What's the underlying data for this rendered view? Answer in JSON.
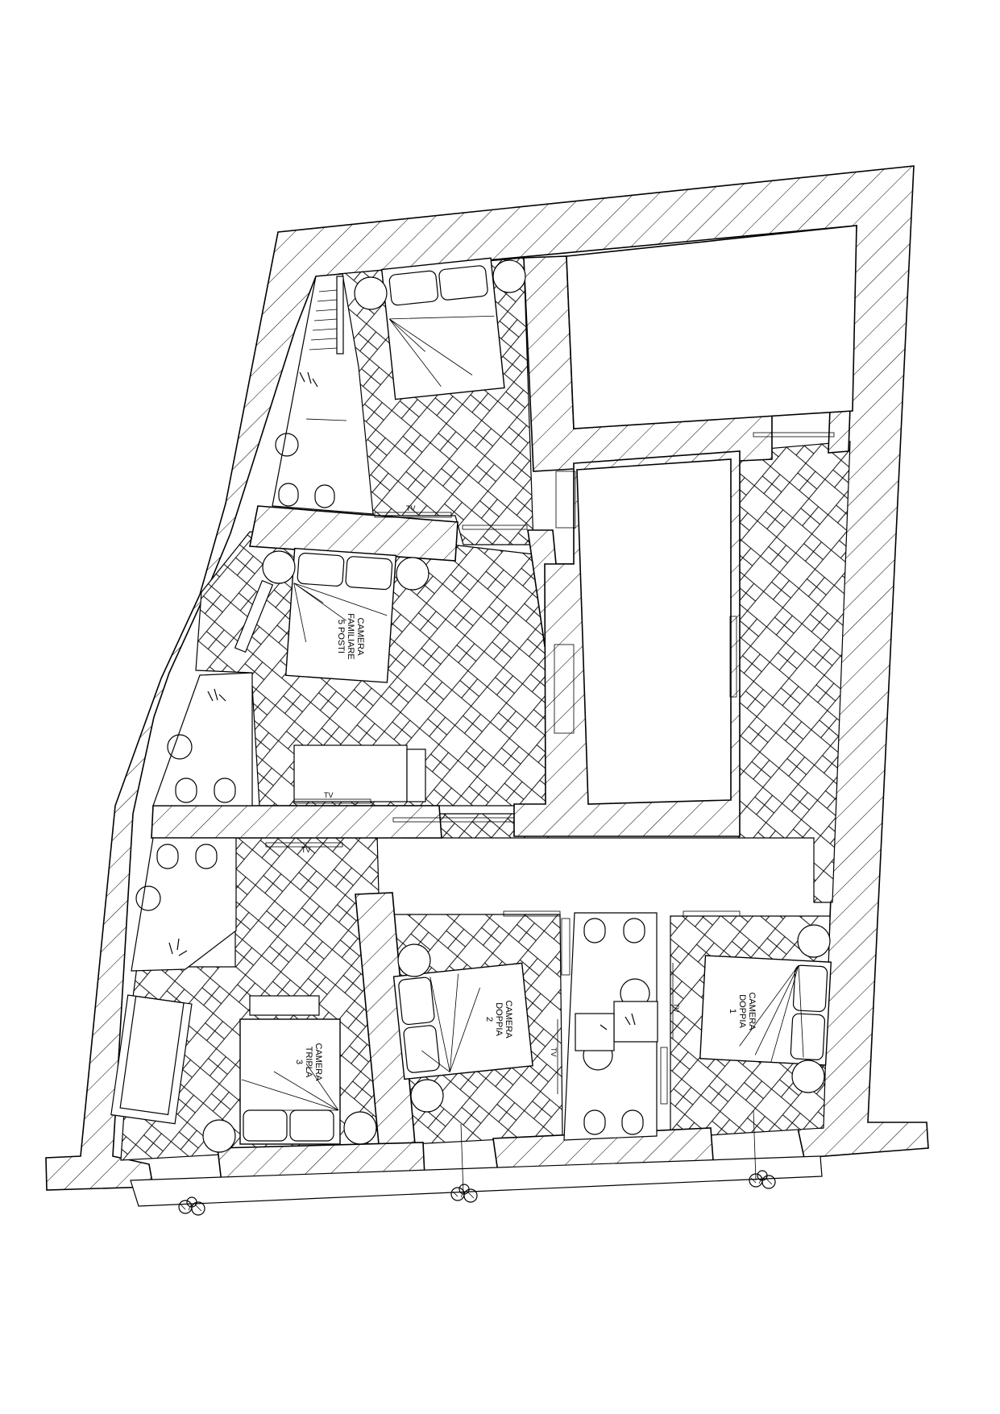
{
  "rooms": {
    "familiare": {
      "line1": "CAMERA",
      "line2": "FAMILIARE",
      "line3": "5 POSTI"
    },
    "doppia1": {
      "line1": "CAMERA",
      "line2": "DOPPIA",
      "line3": "1"
    },
    "doppia2": {
      "line1": "CAMERA",
      "line2": "DOPPIA",
      "line3": "2"
    },
    "tripla3": {
      "line1": "CAMERA",
      "line2": "TRIPLA",
      "line3": "3"
    }
  },
  "tv_label": "TV",
  "colors": {
    "ink": "#000000",
    "paper": "#ffffff"
  },
  "icons": [
    "shower-icon",
    "toilet-icon",
    "bidet-icon",
    "sink-icon",
    "plant-icon",
    "bed-icon",
    "nightstand-icon"
  ]
}
